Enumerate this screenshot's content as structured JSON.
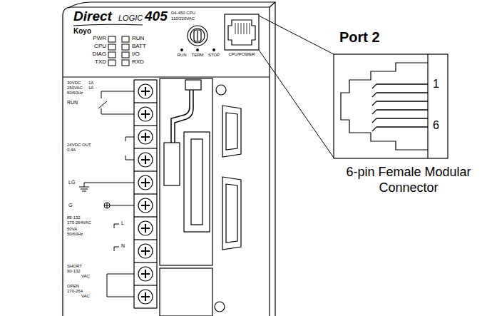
{
  "diagram": {
    "labels": [
      "Direct",
      "LOGIC",
      "405",
      "D4-450 CPU",
      "110/220VAC",
      "Koyo",
      "PWR",
      "CPU",
      "DIAG",
      "TXD",
      "RUN",
      "BATT",
      "I/O",
      "RXD",
      "RUN",
      "TERM",
      "STOP",
      "CPU/POWER",
      "30VDC",
      "1A",
      "250VAC",
      "1A",
      "50/60Hz",
      "RUN",
      "24VDC OUT",
      "0.4A",
      "LG",
      "G",
      "85-132",
      "170-264VAC",
      "50VA",
      "50/60Hz",
      "L",
      "N",
      "SHORT",
      "90-132",
      "VAC",
      "OPEN",
      "170-264",
      "VAC",
      "Port 2",
      "1",
      "6",
      "6-pin Female Modular Connector"
    ]
  }
}
